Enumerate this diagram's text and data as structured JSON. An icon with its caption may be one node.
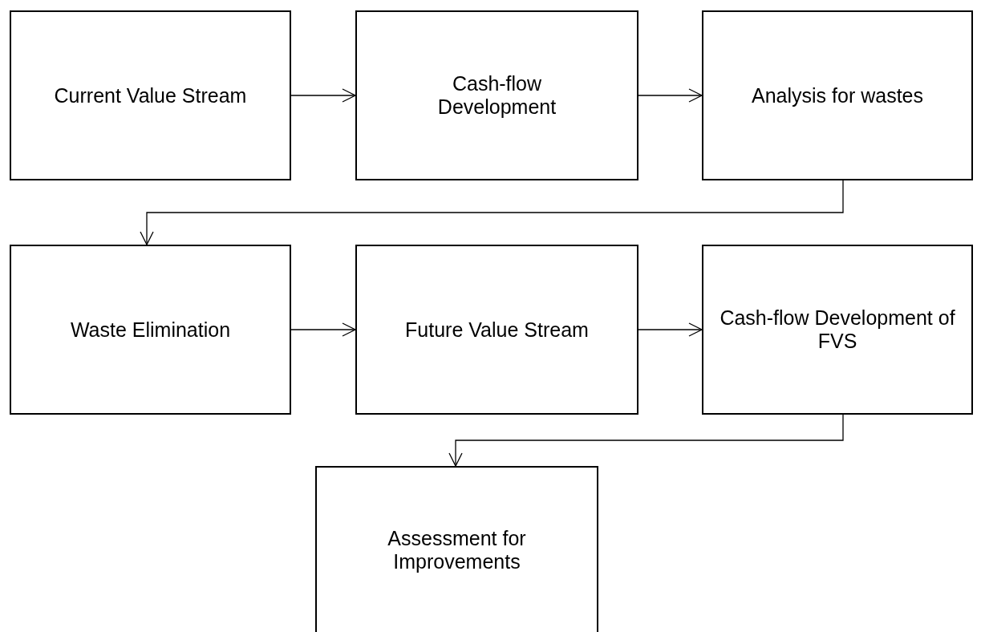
{
  "diagram": {
    "nodes": [
      {
        "text": [
          "Current Value Stream"
        ]
      },
      {
        "text": [
          "Cash-flow Development"
        ]
      },
      {
        "text": [
          "Analysis for wastes"
        ]
      },
      {
        "text": [
          "Waste Elimination"
        ]
      },
      {
        "text": [
          "Future Value Stream"
        ]
      },
      {
        "text": [
          "Cash-flow Development of FVS"
        ]
      },
      {
        "text": [
          "Assessment for Improvements"
        ]
      }
    ],
    "edges": [
      {
        "from": 0,
        "to": 1,
        "arrow": "to"
      },
      {
        "from": 1,
        "to": 2,
        "arrow": "to"
      },
      {
        "from": 2,
        "to": 3,
        "arrow": "to"
      },
      {
        "from": 3,
        "to": 4,
        "arrow": "to"
      },
      {
        "from": 4,
        "to": 5,
        "arrow": "to"
      },
      {
        "from": 5,
        "to": 6,
        "arrow": "to"
      }
    ]
  }
}
